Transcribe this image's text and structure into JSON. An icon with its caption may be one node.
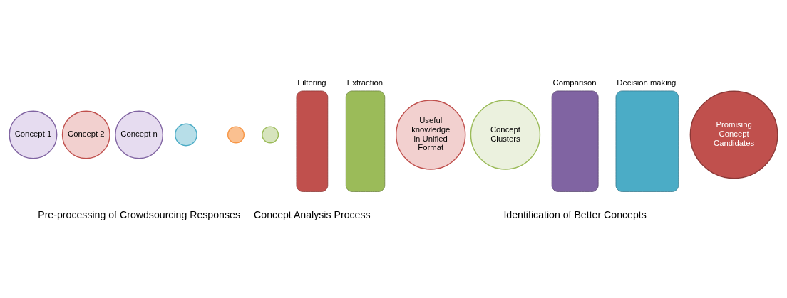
{
  "diagram": {
    "nodes": [
      {
        "text": [
          "Concept 1"
        ]
      },
      {
        "text": [
          "Concept 2"
        ]
      },
      {
        "text": [
          "Concept n"
        ]
      },
      {
        "text": [],
        "shape": "circle"
      },
      {
        "text": [],
        "shape": "circle"
      },
      {
        "text": [],
        "shape": "circle"
      },
      {
        "text": [
          "Filtering"
        ]
      },
      {
        "text": [
          "Extraction"
        ]
      },
      {
        "text": [
          "Useful knowledge in Unified Format"
        ]
      },
      {
        "text": [
          "Concept Clusters"
        ]
      },
      {
        "text": [
          "Comparison"
        ]
      },
      {
        "text": [
          "Decision making"
        ]
      },
      {
        "text": [
          "Promising Concept Candidates"
        ]
      }
    ],
    "edges": [],
    "labels": [
      "Pre-processing of Crowdsourcing Responses",
      "Concept Analysis Process",
      "Identification of Better Concepts"
    ]
  }
}
